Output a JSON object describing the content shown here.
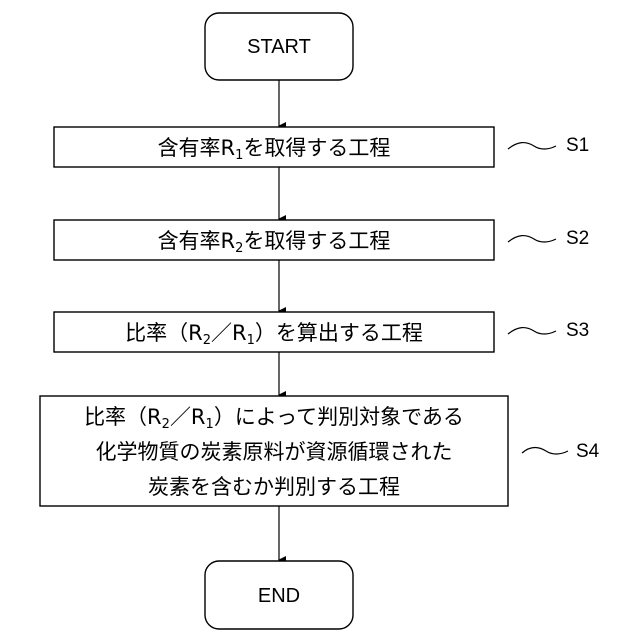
{
  "flowchart": {
    "start_label": "START",
    "end_label": "END",
    "steps": [
      {
        "id": "S1",
        "line_segments": [
          [
            {
              "text": "含有率R"
            },
            {
              "text": "1",
              "sub": true
            },
            {
              "text": "を取得する工程"
            }
          ]
        ]
      },
      {
        "id": "S2",
        "line_segments": [
          [
            {
              "text": "含有率R"
            },
            {
              "text": "2",
              "sub": true
            },
            {
              "text": "を取得する工程"
            }
          ]
        ]
      },
      {
        "id": "S3",
        "line_segments": [
          [
            {
              "text": "比率（R"
            },
            {
              "text": "2",
              "sub": true
            },
            {
              "text": "／R"
            },
            {
              "text": "1",
              "sub": true
            },
            {
              "text": "）を算出する工程"
            }
          ]
        ]
      },
      {
        "id": "S4",
        "line_segments": [
          [
            {
              "text": "比率（R"
            },
            {
              "text": "2",
              "sub": true
            },
            {
              "text": "／R"
            },
            {
              "text": "1",
              "sub": true
            },
            {
              "text": "）によって判別対象である"
            }
          ],
          [
            {
              "text": "化学物質の炭素原料が資源循環された"
            }
          ],
          [
            {
              "text": "炭素を含むか判別する工程"
            }
          ]
        ]
      }
    ]
  }
}
